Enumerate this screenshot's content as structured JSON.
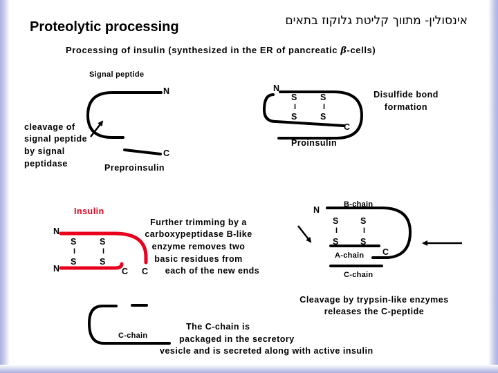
{
  "title": "Proteolytic processing",
  "hebrew_title": "אינסולין- מתווך קליטת גלוקוז בתאים",
  "subtitle_main": "Processing of insulin (synthesized in the ER of pancreatic ",
  "subtitle_beta": "β",
  "subtitle_tail": "-cells)",
  "preproinsulin": {
    "signal_peptide": "Signal peptide",
    "n": "N",
    "c": "C",
    "name": "Preproinsulin",
    "cleavage": [
      "cleavage of",
      "signal peptide",
      "by signal",
      "peptidase"
    ]
  },
  "proinsulin": {
    "n": "N",
    "s1": "S",
    "s2": "S",
    "s3": "S",
    "s4": "S",
    "bar1": "I",
    "bar2": "I",
    "c": "C",
    "name": "Proinsulin",
    "disulfide": [
      "Disulfide bond",
      "formation"
    ]
  },
  "cleaved": {
    "n": "N",
    "b_chain": "B-chain",
    "s1": "S",
    "s2": "S",
    "s3": "S",
    "s4": "S",
    "bar1": "I",
    "bar2": "I",
    "a_chain": "A-chain",
    "c": "C",
    "c_chain": "C-chain",
    "trypsin": [
      "Cleavage by trypsin-like enzymes",
      "releases the C-peptide"
    ]
  },
  "insulin": {
    "label": "Insulin",
    "n1": "N",
    "n2": "N",
    "s1": "S",
    "s2": "S",
    "s3": "S",
    "s4": "S",
    "bar1": "I",
    "bar2": "I",
    "c1": "C",
    "c2": "C",
    "trimming": [
      "Further trimming by a",
      "carboxypeptidase B-like",
      "enzyme removes two",
      "basic residues from",
      "each of the new ends"
    ]
  },
  "cpeptide": {
    "label": "C-chain",
    "note": [
      "The C-chain is",
      "packaged in the secretory",
      "vesicle and is secreted along with active insulin"
    ]
  },
  "colors": {
    "red": "#e8001c",
    "black": "#000000",
    "border": "#a9afe2"
  }
}
